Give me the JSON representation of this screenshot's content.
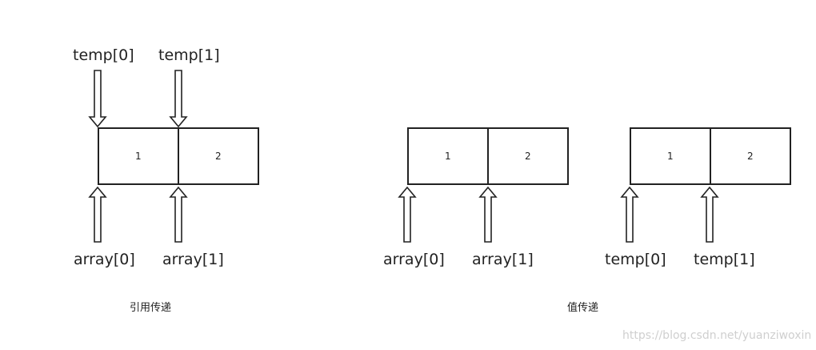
{
  "groups": [
    {
      "cells": [
        "1",
        "2"
      ],
      "top_labels": [
        "temp[0]",
        "temp[1]"
      ],
      "bottom_labels": [
        "array[0]",
        "array[1]"
      ],
      "caption": "引用传递"
    },
    {
      "cells": [
        "1",
        "2"
      ],
      "bottom_labels": [
        "array[0]",
        "array[1]"
      ],
      "caption": "值传递"
    },
    {
      "cells": [
        "1",
        "2"
      ],
      "bottom_labels": [
        "temp[0]",
        "temp[1]"
      ]
    }
  ],
  "watermark": "https://blog.csdn.net/yuanziwoxin",
  "colors": {
    "stroke": "#222222",
    "text": "#222222",
    "watermark": "#cfcfcf"
  }
}
